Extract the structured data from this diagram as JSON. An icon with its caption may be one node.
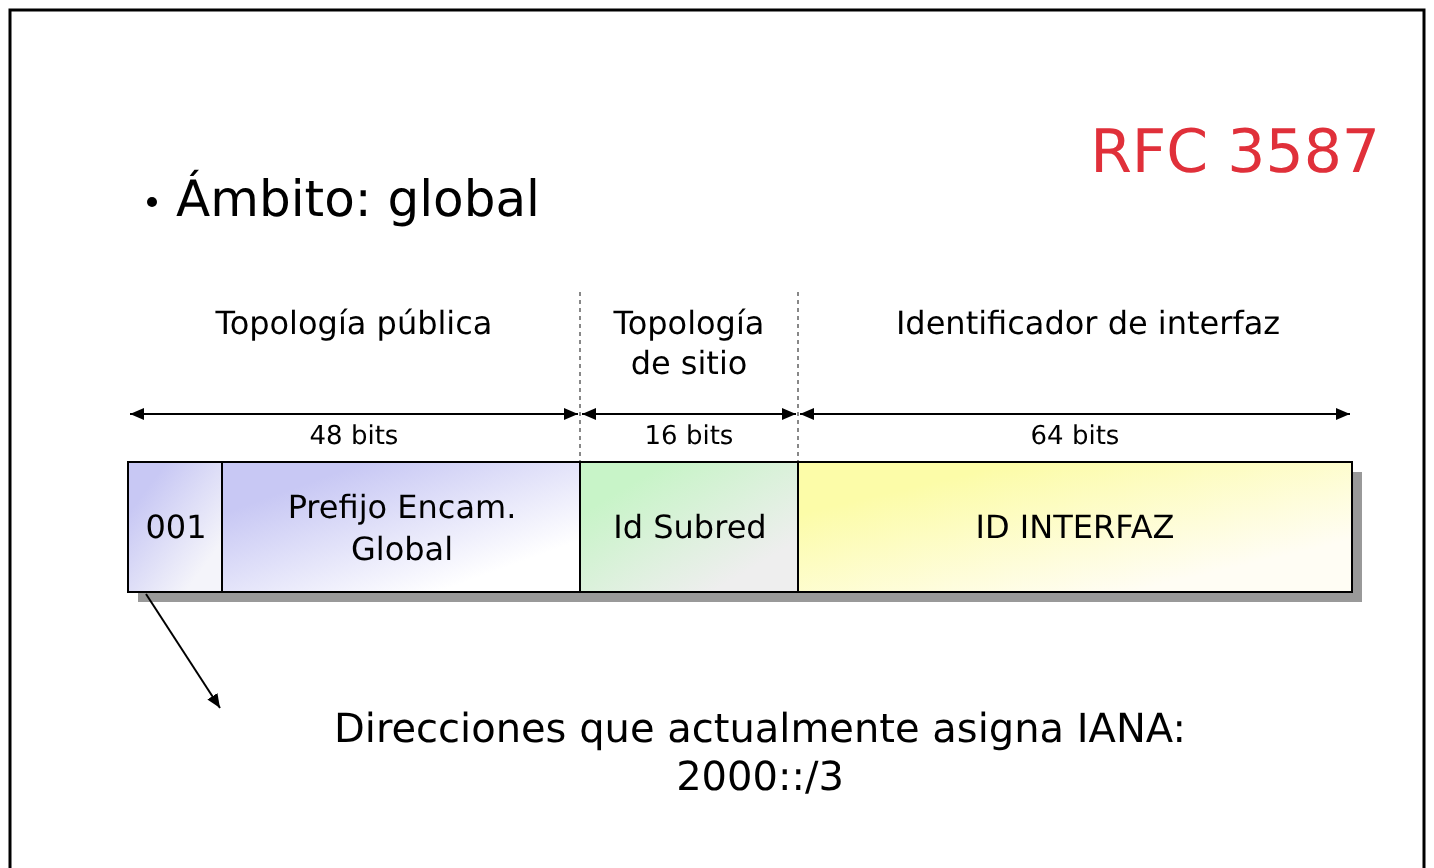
{
  "diagram": {
    "nodes": [
      {
        "text": [
          "001"
        ]
      },
      {
        "text": [
          "Prefijo Encam. Global"
        ]
      },
      {
        "text": [
          "Id Subred"
        ]
      },
      {
        "text": [
          "ID INTERFAZ"
        ]
      },
      {
        "text": [
          "Direcciones que actualmente asigna IANA: 2000::/3"
        ]
      }
    ],
    "edges": [
      {
        "from": 0,
        "to": 4,
        "arrow": "to"
      }
    ],
    "labels": [
      "RFC 3587",
      "Ámbito: global",
      "Topología pública",
      "Topología de sitio",
      "Identificador de interfaz",
      "48 bits",
      "16 bits",
      "64 bits"
    ]
  }
}
